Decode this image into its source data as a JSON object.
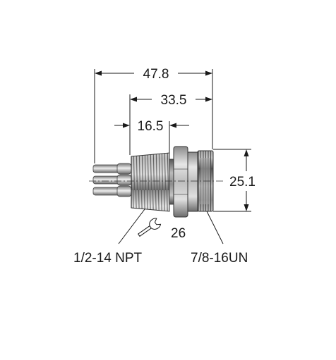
{
  "dimensions": {
    "overall_length": "47.8",
    "body_length": "33.5",
    "thread_length": "16.5",
    "diameter": "25.1",
    "wrench_size": "26"
  },
  "labels": {
    "npt_thread": "1/2-14 NPT",
    "un_thread": "7/8-16UN"
  },
  "icons": {
    "wrench": "wrench-icon"
  },
  "colors": {
    "line": "#1a1a1a",
    "metal_dark": "#6f6f6f",
    "metal_light": "#d9d9d9"
  }
}
